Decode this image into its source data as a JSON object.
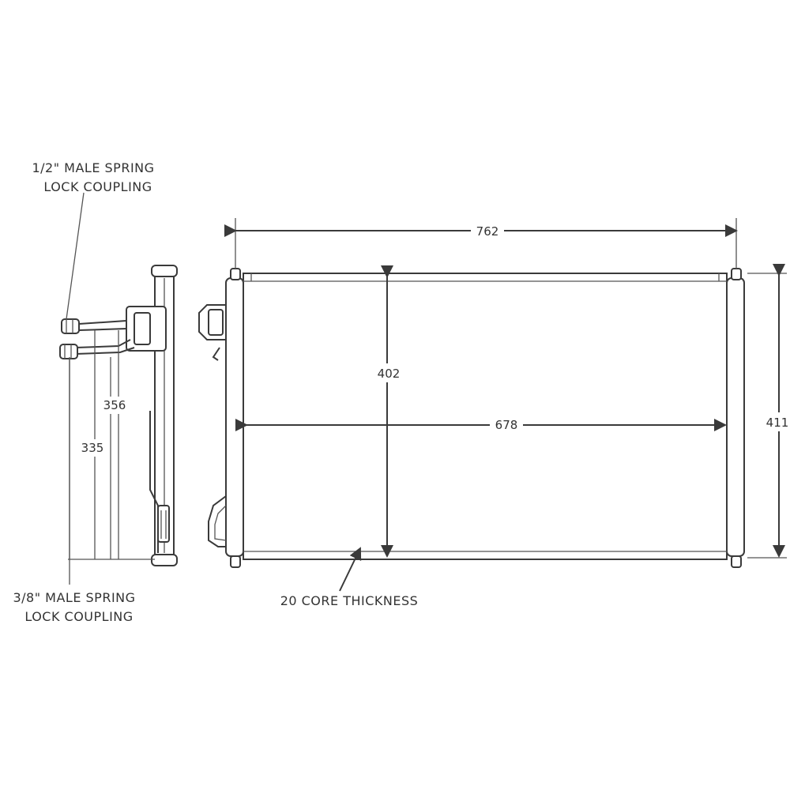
{
  "labels": {
    "top_coupling_line1": "1/2\" MALE SPRING",
    "top_coupling_line2": "LOCK COUPLING",
    "bottom_coupling_line1": "3/8\" MALE SPRING",
    "bottom_coupling_line2": "LOCK COUPLING",
    "core_thickness": "20 CORE THICKNESS"
  },
  "dimensions": {
    "overall_width": "762",
    "core_height": "402",
    "core_width": "678",
    "overall_height": "411",
    "upper_fitting_height": "356",
    "lower_fitting_height": "335"
  }
}
